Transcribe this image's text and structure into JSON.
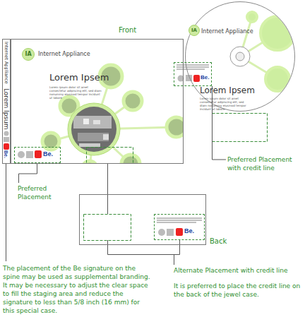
{
  "diagram": {
    "nodes": [
      {
        "text": [
          "Front",
          "Internet Appliance",
          "Lorem Ipsem",
          "Lorem ipsum dolor sit amet consectetur adipiscing elit, sed diam nonummy eiusmod tempor incidunt ut labore"
        ]
      },
      {
        "text": [
          "IA"
        ],
        "in": 0
      },
      {
        "text": [
          "Be."
        ],
        "in": 0
      },
      {
        "text": [
          "Internet Appliance",
          "Lorem Ipsum",
          "Be."
        ]
      },
      {
        "text": [
          "Internet Appliance",
          "Lorem Ipsem",
          "Lorem ipsum dolor sit amet consectetur adipiscing elit, sed diam nonummy eiusmod tempor incidunt ut labore"
        ]
      },
      {
        "text": [
          "IA"
        ],
        "in": 4
      },
      {
        "text": [
          "Be."
        ],
        "in": 4
      },
      {
        "text": [
          "Back"
        ]
      },
      {
        "text": [
          "Be."
        ],
        "in": 7
      }
    ],
    "labels": [
      "Preferred Placement",
      "Preferred Placement with credit line",
      "The placement of the Be signature on the spine may be used as supplemental branding. It may be necessary to adjust the clear space to fill the staging area and reduce the signature to less than 5/8 inch (16 mm) for this special case.",
      "Alternate Placement with credit line",
      "It is preferred to place the credit line on the back of the jewel case."
    ]
  }
}
